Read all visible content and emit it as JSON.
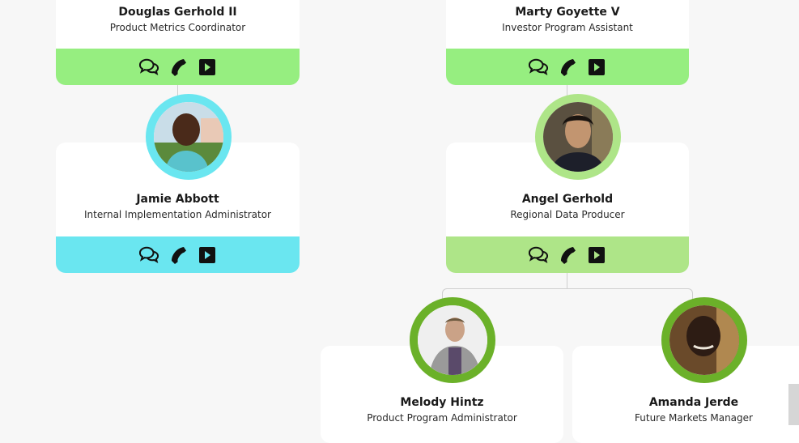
{
  "colors": {
    "page_background": "#f7f7f7",
    "green_light": "#96ee80",
    "green_mid": "#aee588",
    "green_dark": "#6bb129",
    "cyan": "#6ae6f0"
  },
  "icons": [
    "chat-bubbles-icon",
    "phone-icon",
    "video-play-icon"
  ],
  "nodes": {
    "douglas": {
      "name": "Douglas Gerhold II",
      "title": "Product Metrics Coordinator"
    },
    "marty": {
      "name": "Marty Goyette V",
      "title": "Investor Program Assistant"
    },
    "jamie": {
      "name": "Jamie Abbott",
      "title": "Internal Implementation Administrator"
    },
    "angel": {
      "name": "Angel Gerhold",
      "title": "Regional Data Producer"
    },
    "melody": {
      "name": "Melody Hintz",
      "title": "Product Program Administrator"
    },
    "amanda": {
      "name": "Amanda Jerde",
      "title": "Future Markets Manager"
    }
  }
}
